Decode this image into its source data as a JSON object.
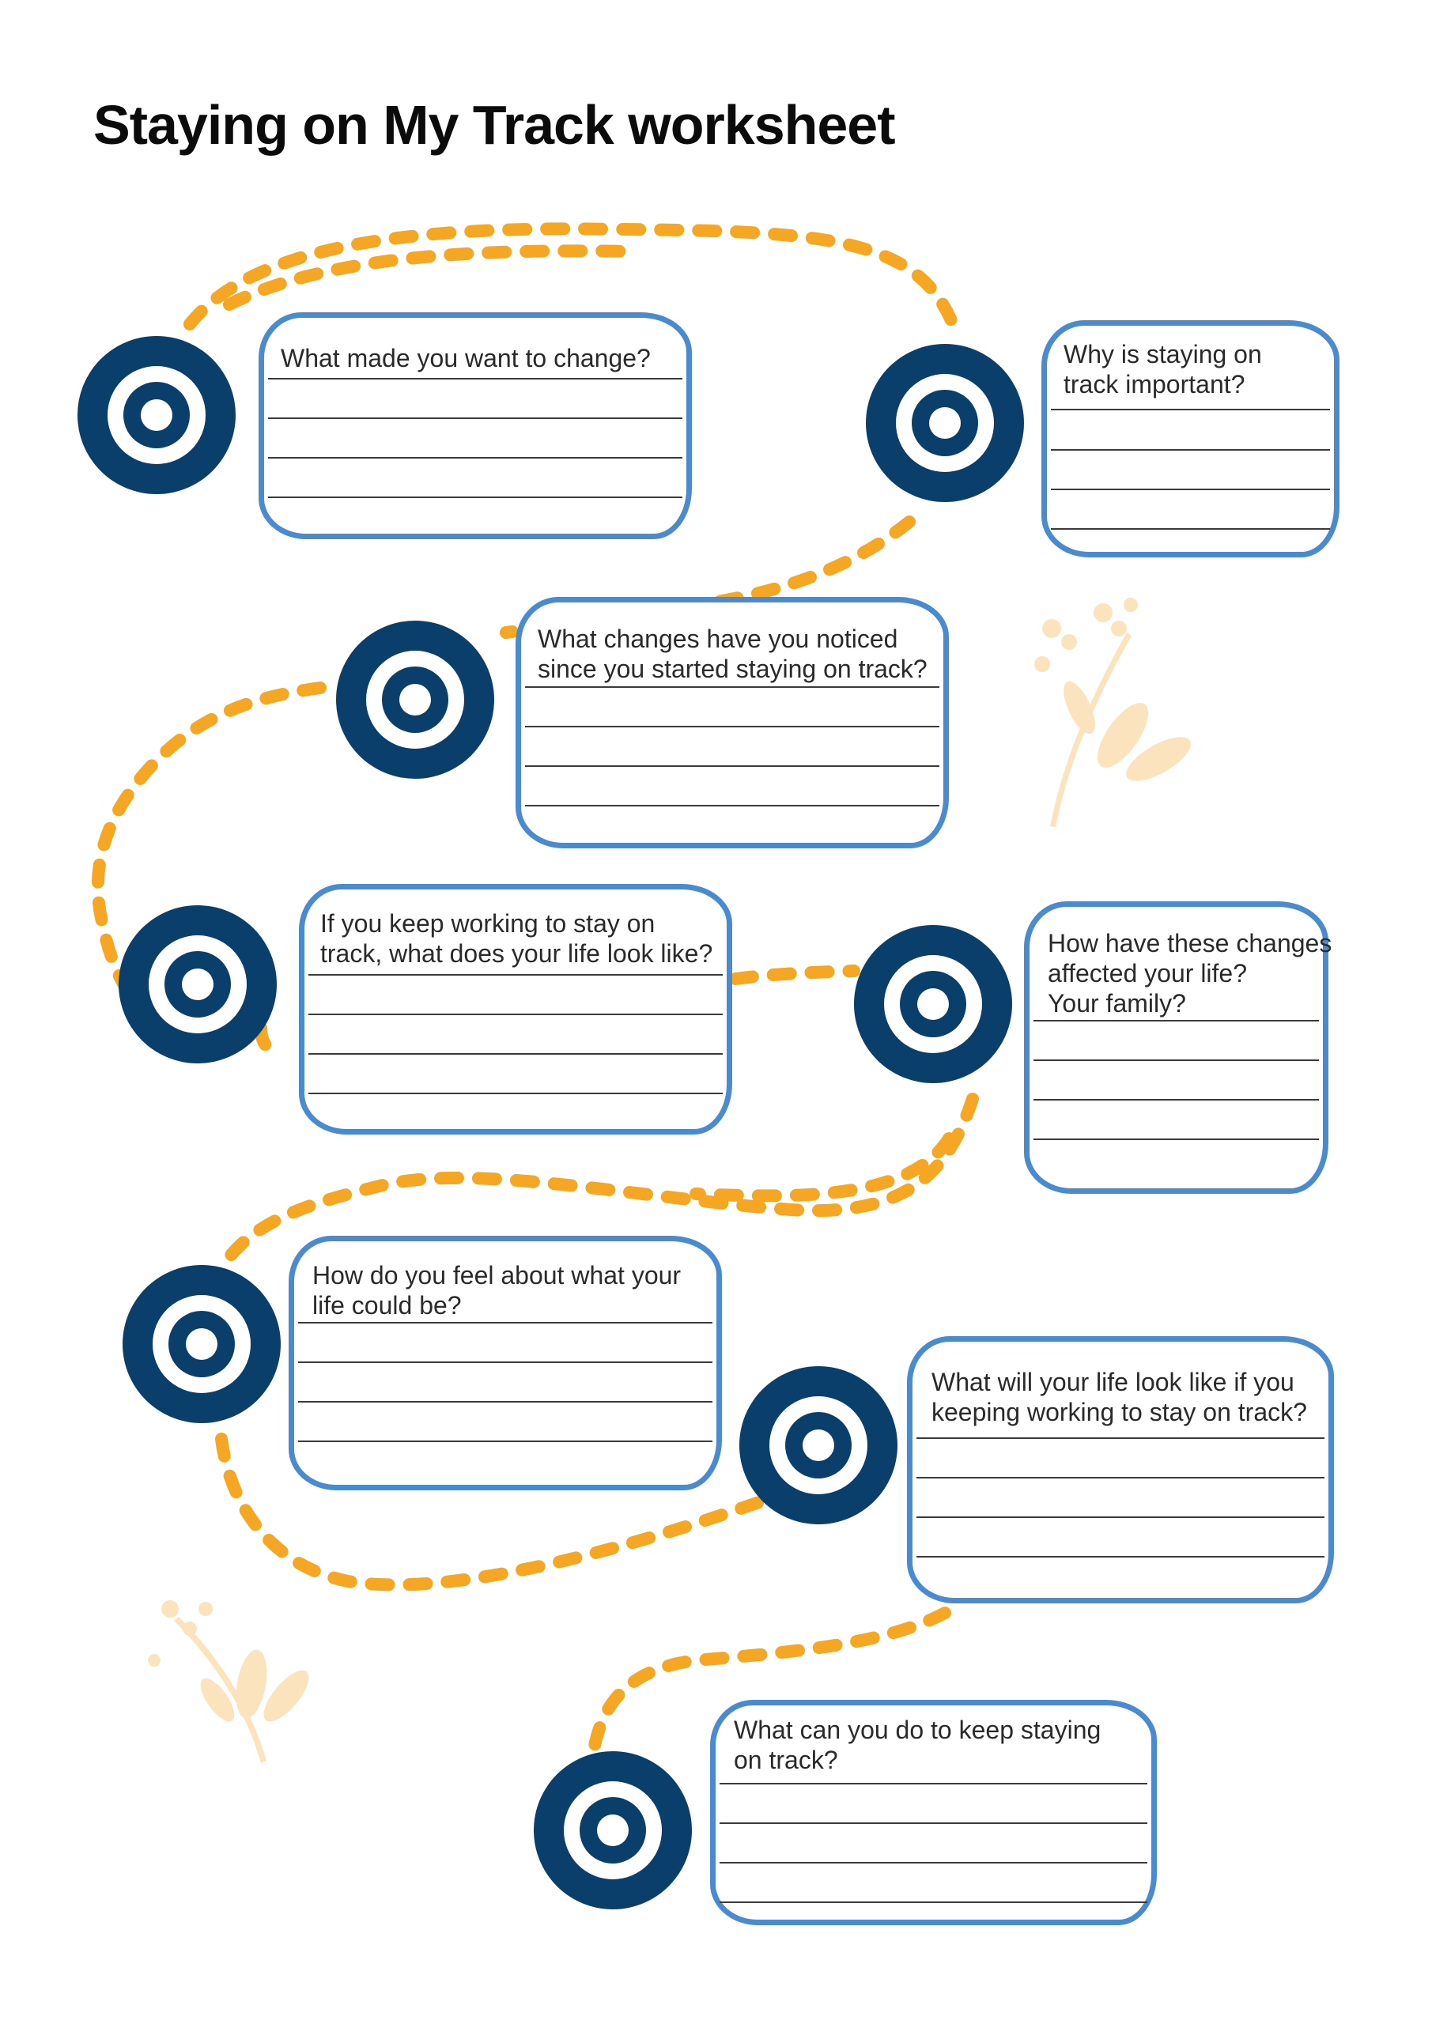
{
  "title": "Staying on My Track worksheet",
  "colors": {
    "track": "#f5a623",
    "marker": "#0a3f6b",
    "box_border": "#4a8bd0",
    "leaf": "#fbe4bd"
  },
  "icons": {
    "stop_marker": "concentric-circle-marker-icon",
    "decoration": "leaf-sprig-icon"
  },
  "questions": [
    {
      "text": "What made you want to change?",
      "answer_lines": 4
    },
    {
      "text": "Why is staying on\ntrack important?",
      "answer_lines": 4
    },
    {
      "text": "What changes have you noticed\nsince you started staying on track?",
      "answer_lines": 4
    },
    {
      "text": "If you keep working to stay on\ntrack, what does your life look like?",
      "answer_lines": 4
    },
    {
      "text": "How have these changes\naffected your life?\nYour family?",
      "answer_lines": 4
    },
    {
      "text": "How do you feel about what your\nlife could be?",
      "answer_lines": 4
    },
    {
      "text": "What will your life look like if you\nkeeping working to stay on track?",
      "answer_lines": 4
    },
    {
      "text": "What can you do to keep staying\non track?",
      "answer_lines": 4
    }
  ]
}
